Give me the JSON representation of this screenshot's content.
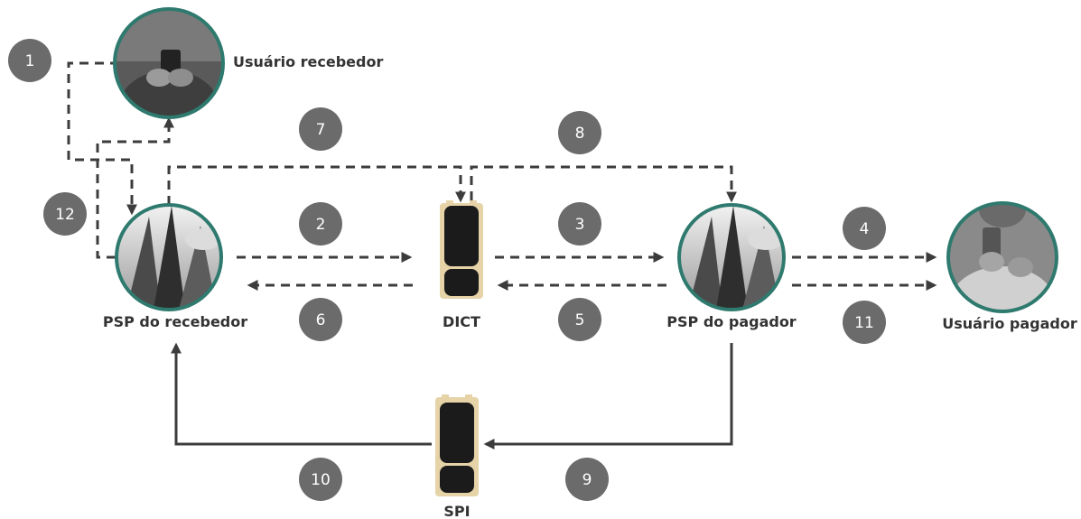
{
  "nodes": {
    "usuario_recebedor": "Usuário recebedor",
    "psp_recebedor": "PSP do recebedor",
    "dict": "DICT",
    "psp_pagador": "PSP do pagador",
    "usuario_pagador": "Usuário pagador",
    "spi": "SPI"
  },
  "steps": [
    "1",
    "2",
    "3",
    "4",
    "5",
    "6",
    "7",
    "8",
    "9",
    "10",
    "11",
    "12"
  ],
  "colors": {
    "badge": "#6b6b6b",
    "ring": "#2f7a6e",
    "arrow": "#3c3c3c",
    "server_frame": "#e6d3a8"
  }
}
